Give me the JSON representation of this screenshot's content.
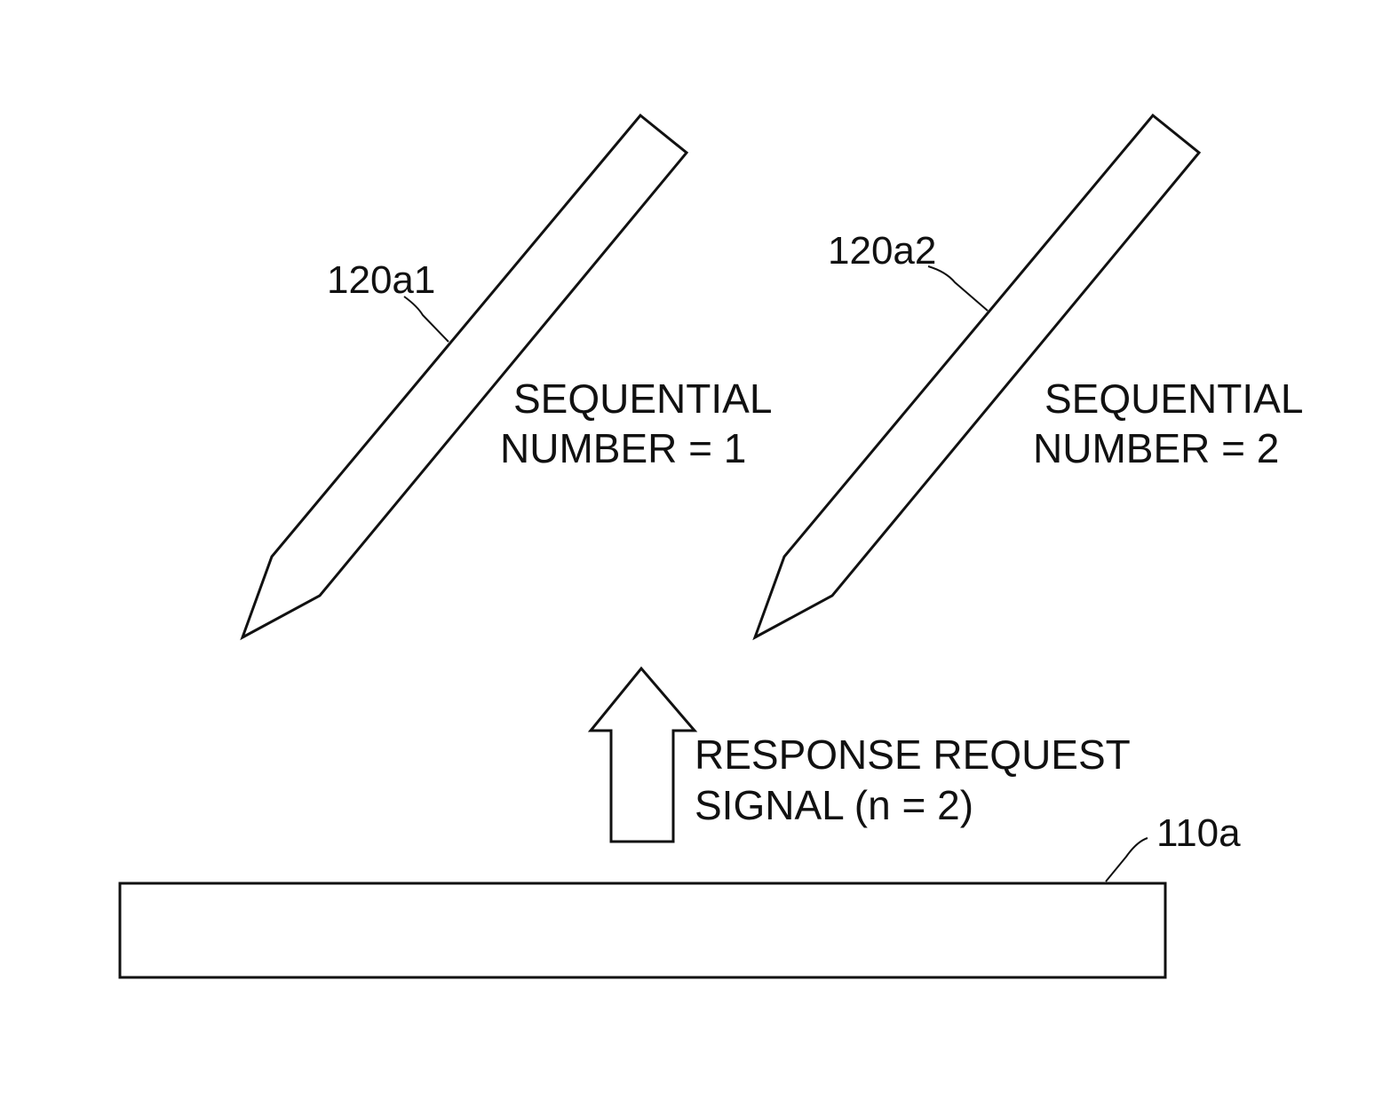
{
  "pens": [
    {
      "ref": "120a1",
      "caption_line1": "SEQUENTIAL",
      "caption_line2": "NUMBER = 1"
    },
    {
      "ref": "120a2",
      "caption_line1": "SEQUENTIAL",
      "caption_line2": "NUMBER = 2"
    }
  ],
  "signal": {
    "line1": "RESPONSE REQUEST",
    "line2": "SIGNAL (n = 2)"
  },
  "device": {
    "ref": "110a"
  }
}
